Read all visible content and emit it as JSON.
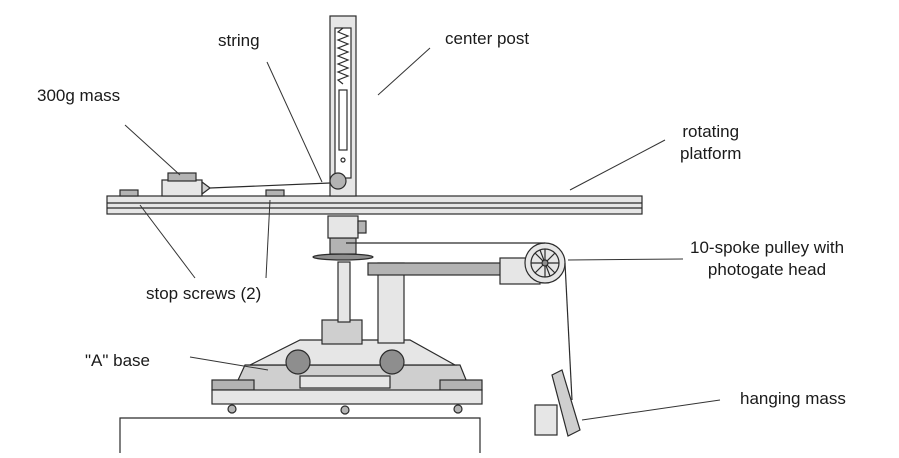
{
  "labels": {
    "string": "string",
    "center_post": "center post",
    "mass_300g": "300g mass",
    "rotating_platform": [
      "rotating",
      "platform"
    ],
    "stop_screws": "stop screws (2)",
    "pulley": [
      "10-spoke pulley with",
      "photogate head"
    ],
    "a_base": "\"A\" base",
    "hanging_mass": "hanging mass"
  },
  "colors": {
    "outline": "#2b2b2b",
    "light_gray": "#cfcfcf",
    "mid_gray": "#b3b3b3",
    "dark_gray": "#8e8e8e"
  }
}
